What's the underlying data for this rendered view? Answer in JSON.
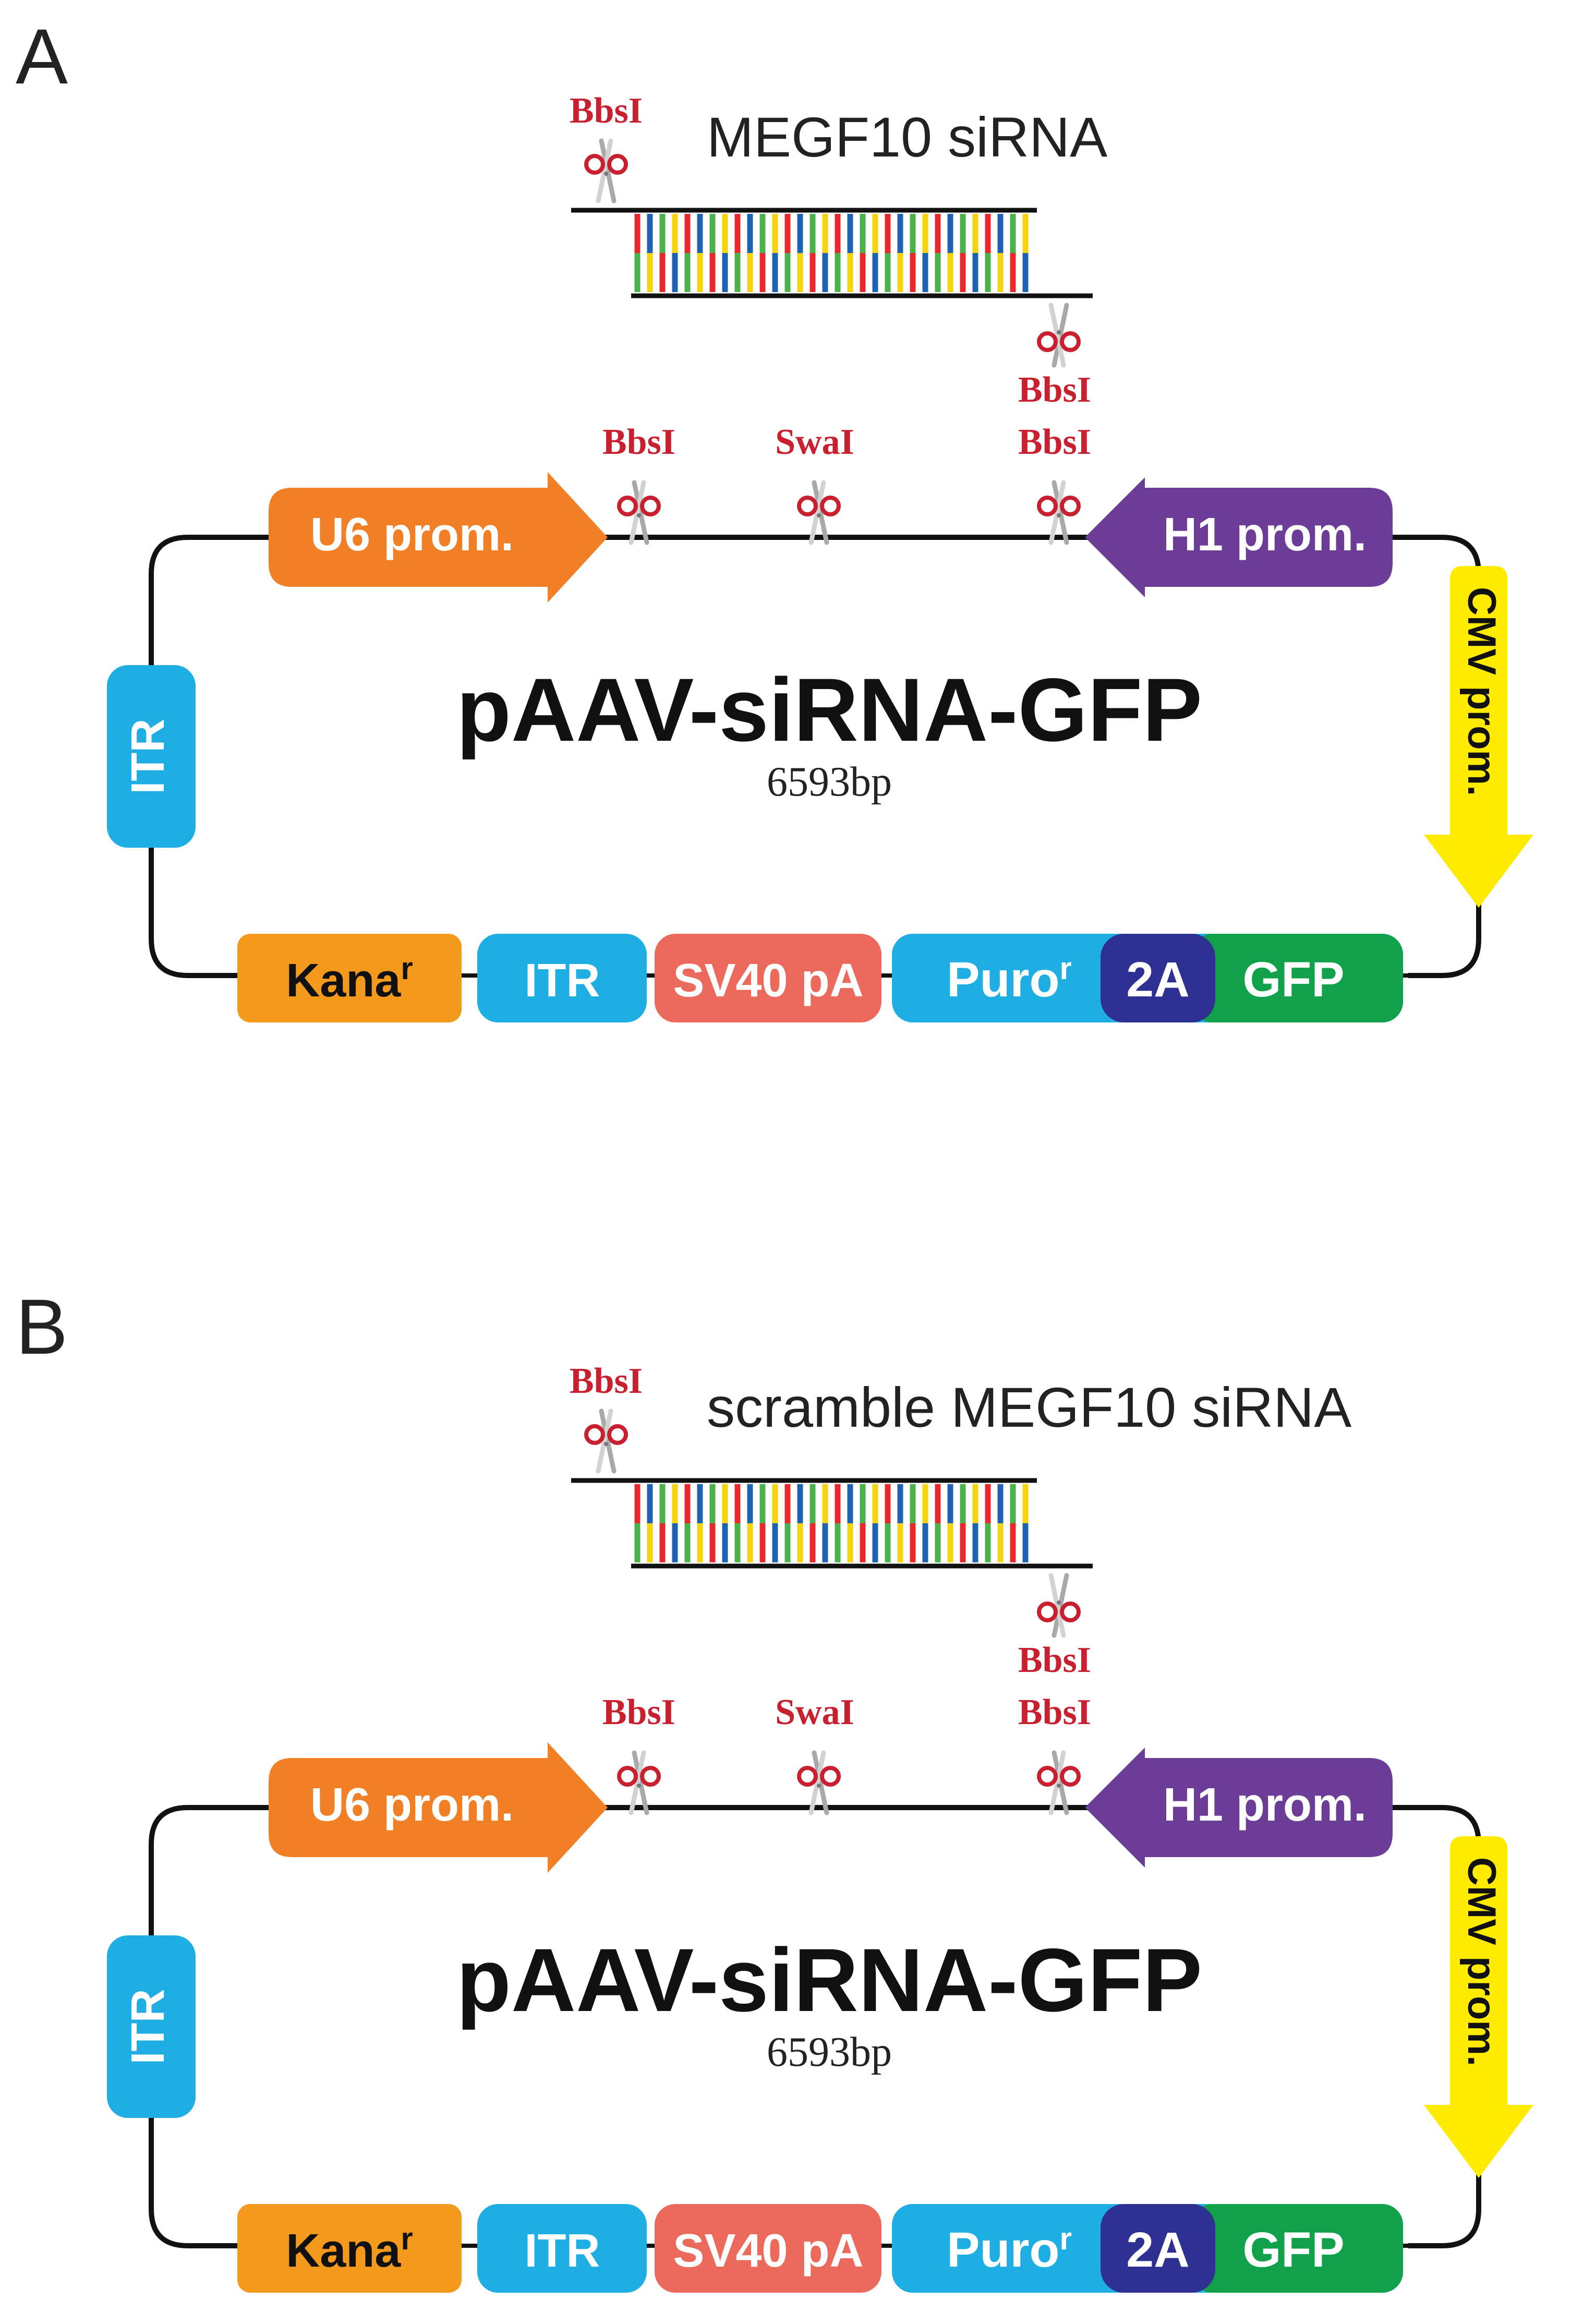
{
  "colors": {
    "enzyme_label": "#c8202f",
    "u6": "#f07f26",
    "h1": "#6b3d97",
    "cmv": "#ffeb00",
    "itr": "#1eaee4",
    "kana": "#f39a1c",
    "sv40": "#ec6a5c",
    "puro": "#1eaee4",
    "t2a": "#2e3191",
    "gfp": "#10a14a",
    "base_red": "#e8282d",
    "base_blue": "#1f63b5",
    "base_green": "#4bb34b",
    "base_yellow": "#f5d30d"
  },
  "panels": [
    {
      "panel_label": "A",
      "insert_label": "MEGF10 siRNA",
      "plasmid_name": "pAAV-siRNA-GFP",
      "plasmid_size": "6593bp",
      "enzymes": {
        "insert_left": "BbsI",
        "insert_right": "BbsI",
        "backbone_left": "BbsI",
        "backbone_mid": "SwaI",
        "backbone_right": "BbsI"
      },
      "features": {
        "u6": "U6 prom.",
        "h1": "H1 prom.",
        "cmv": "CMV prom.",
        "itr_left": "ITR",
        "kana": "Kana",
        "kana_sup": "r",
        "itr_bottom": "ITR",
        "sv40": "SV40 pA",
        "puro": "Puro",
        "puro_sup": "r",
        "t2a": "2A",
        "gfp": "GFP"
      }
    },
    {
      "panel_label": "B",
      "insert_label": "scramble MEGF10 siRNA",
      "plasmid_name": "pAAV-siRNA-GFP",
      "plasmid_size": "6593bp",
      "enzymes": {
        "insert_left": "BbsI",
        "insert_right": "BbsI",
        "backbone_left": "BbsI",
        "backbone_mid": "SwaI",
        "backbone_right": "BbsI"
      },
      "features": {
        "u6": "U6 prom.",
        "h1": "H1 prom.",
        "cmv": "CMV prom.",
        "itr_left": "ITR",
        "kana": "Kana",
        "kana_sup": "r",
        "itr_bottom": "ITR",
        "sv40": "SV40 pA",
        "puro": "Puro",
        "puro_sup": "r",
        "t2a": "2A",
        "gfp": "GFP"
      }
    }
  ]
}
